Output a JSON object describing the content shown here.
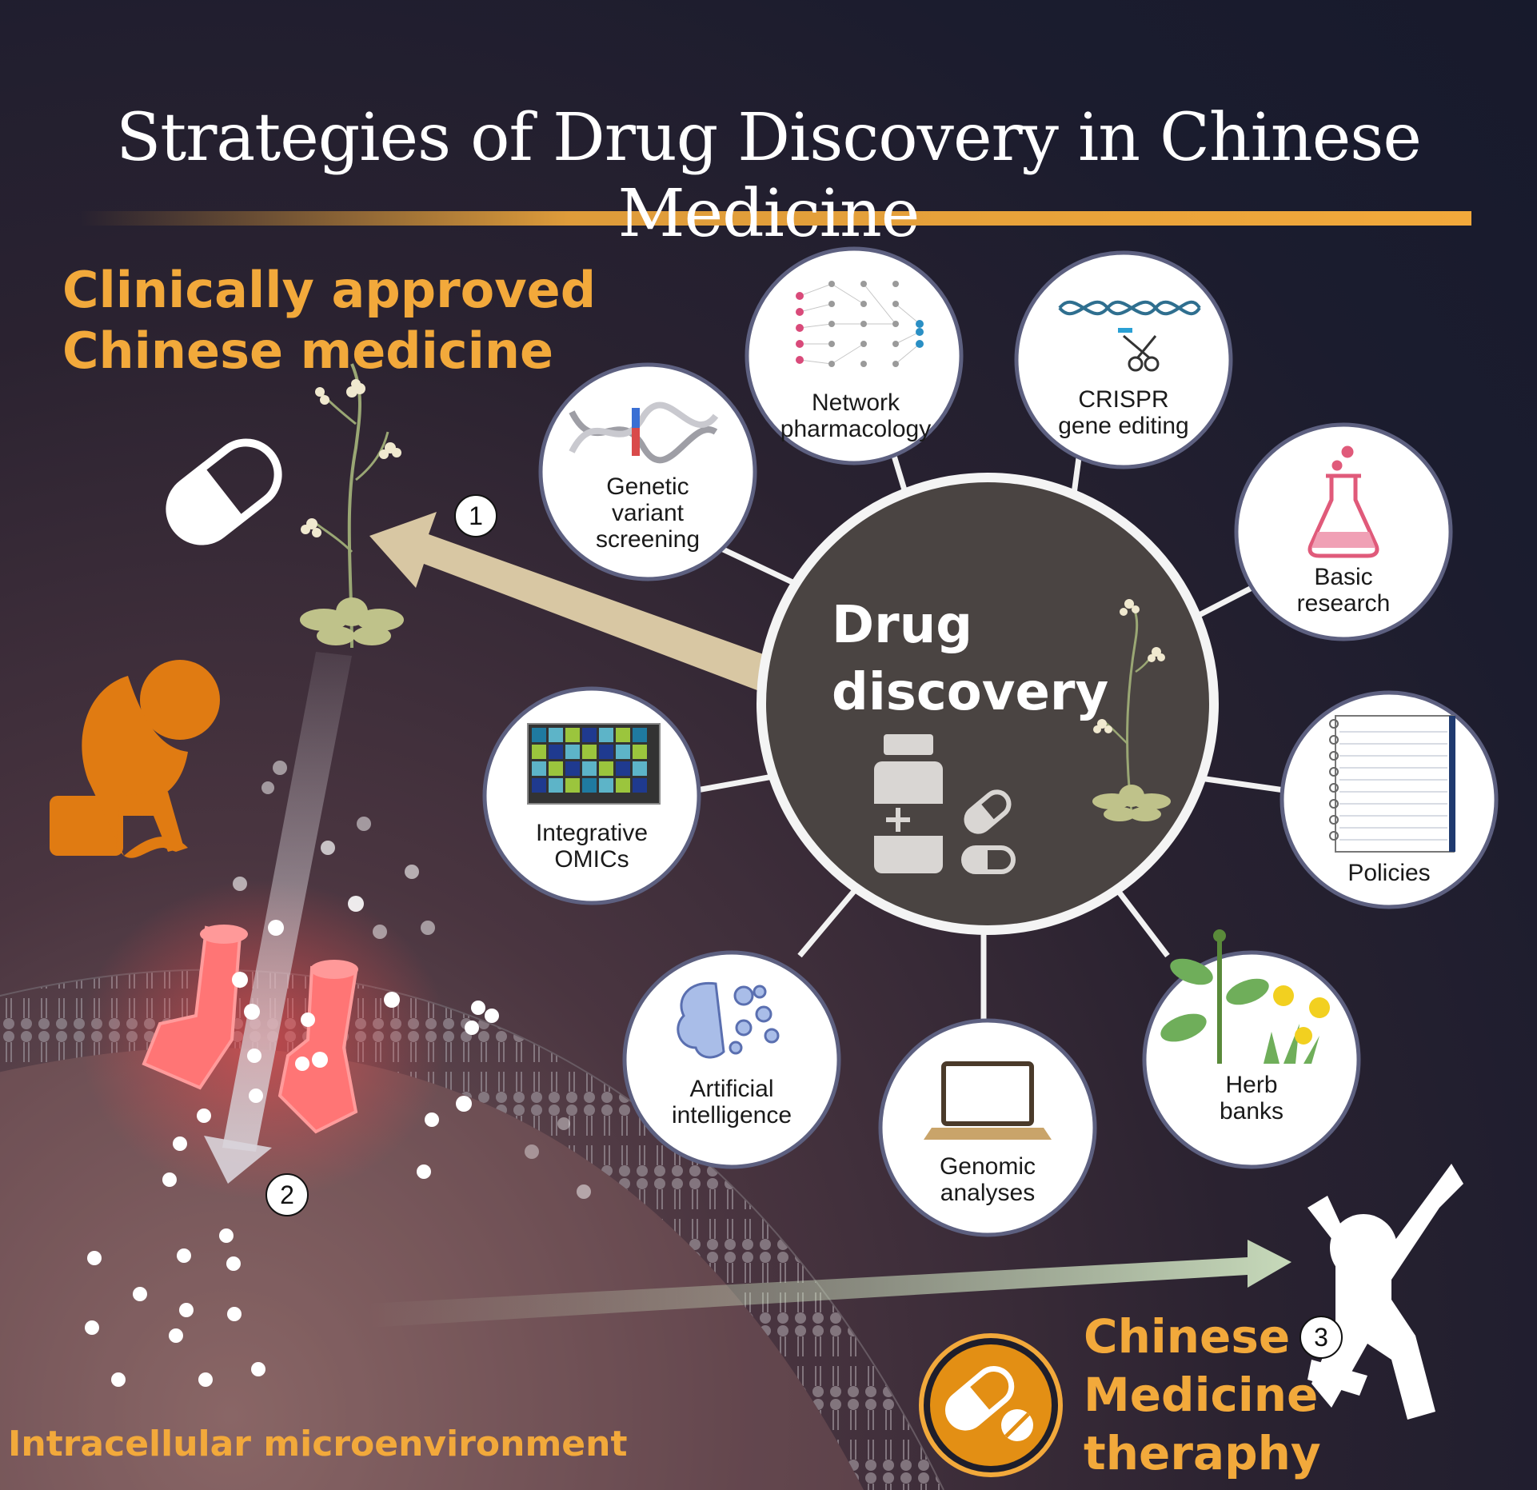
{
  "title": "Strategies of Drug Discovery in Chinese Medicine",
  "headlines": {
    "approved_line1": "Clinically approved",
    "approved_line2": "Chinese medicine",
    "therapy_line1": "Chinese",
    "therapy_line2": "Medicine",
    "therapy_line3": "theraphy",
    "intracellular": "Intracellular microenvironment"
  },
  "hub": {
    "line1": "Drug",
    "line2": "discovery"
  },
  "nodes": [
    {
      "id": "network",
      "line1": "Network",
      "line2": "pharmacology"
    },
    {
      "id": "crispr",
      "line1": "CRISPR",
      "line2": "gene editing"
    },
    {
      "id": "genetic",
      "line1": "Genetic",
      "line2": "variant",
      "line3": "screening"
    },
    {
      "id": "basic",
      "line1": "Basic",
      "line2": "research"
    },
    {
      "id": "omics",
      "line1": "Integrative",
      "line2": "OMICs"
    },
    {
      "id": "policies",
      "line1": "Policies"
    },
    {
      "id": "ai",
      "line1": "Artificial",
      "line2": "intelligence"
    },
    {
      "id": "genomic",
      "line1": "Genomic",
      "line2": "analyses"
    },
    {
      "id": "herb",
      "line1": "Herb",
      "line2": "banks"
    }
  ],
  "steps": {
    "one": "1",
    "two": "2",
    "three": "3"
  },
  "colors": {
    "accent_orange": "#f2a93b",
    "person_orange": "#e07b12",
    "hub_fill": "#4a4442",
    "channel_red": "#ff5a5a"
  },
  "icons": [
    "pill-icon",
    "plant-icon",
    "sad-person-icon",
    "happy-person-icon",
    "medicine-bottle-icon",
    "neural-network-icon",
    "dna-scissors-icon",
    "dna-icon",
    "flask-icon",
    "heatmap-icon",
    "notebook-icon",
    "brain-gears-icon",
    "laptop-icon",
    "herb-plant-icon",
    "pill-badge-icon",
    "ion-channel-icon"
  ]
}
